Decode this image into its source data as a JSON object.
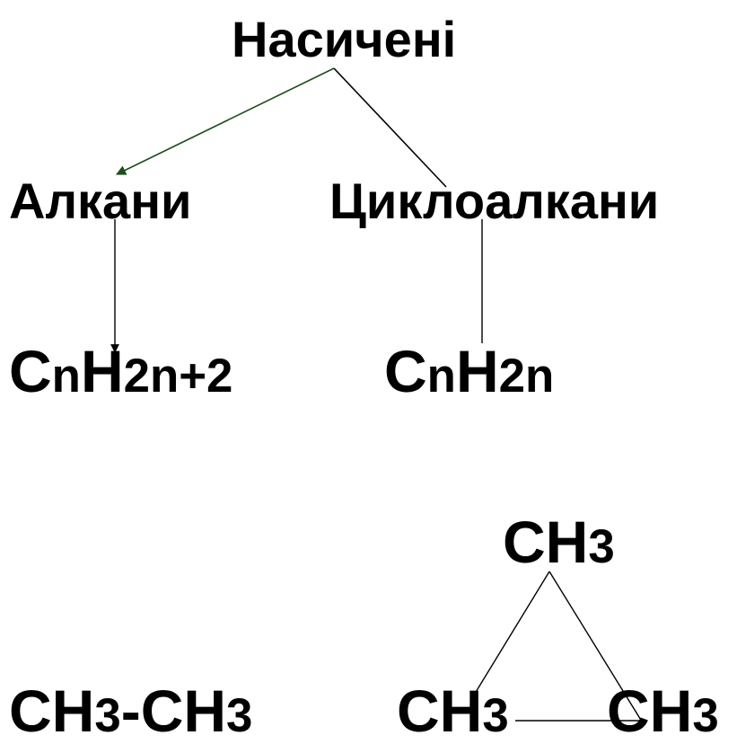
{
  "diagram": {
    "root": "Насичені",
    "branches": [
      {
        "class_name": "Алкани",
        "formula": {
          "c": "C",
          "n1": "n",
          "h": "H",
          "tail": "2n+2"
        },
        "example": {
          "a": "CH",
          "a_sub": "3",
          "bond": "-",
          "b": "CH",
          "b_sub": "3"
        }
      },
      {
        "class_name": "Циклоалкани",
        "formula": {
          "c": "C",
          "n1": "n",
          "h": "H",
          "tail": "2n"
        },
        "example": {
          "top": {
            "text": "CH",
            "sub": "3"
          },
          "left": {
            "text": "CH",
            "sub": "3"
          },
          "right": {
            "text": "CH",
            "sub": "3"
          }
        }
      }
    ],
    "colors": {
      "arrow_green": "#1f4e1f",
      "line": "#000000"
    }
  }
}
